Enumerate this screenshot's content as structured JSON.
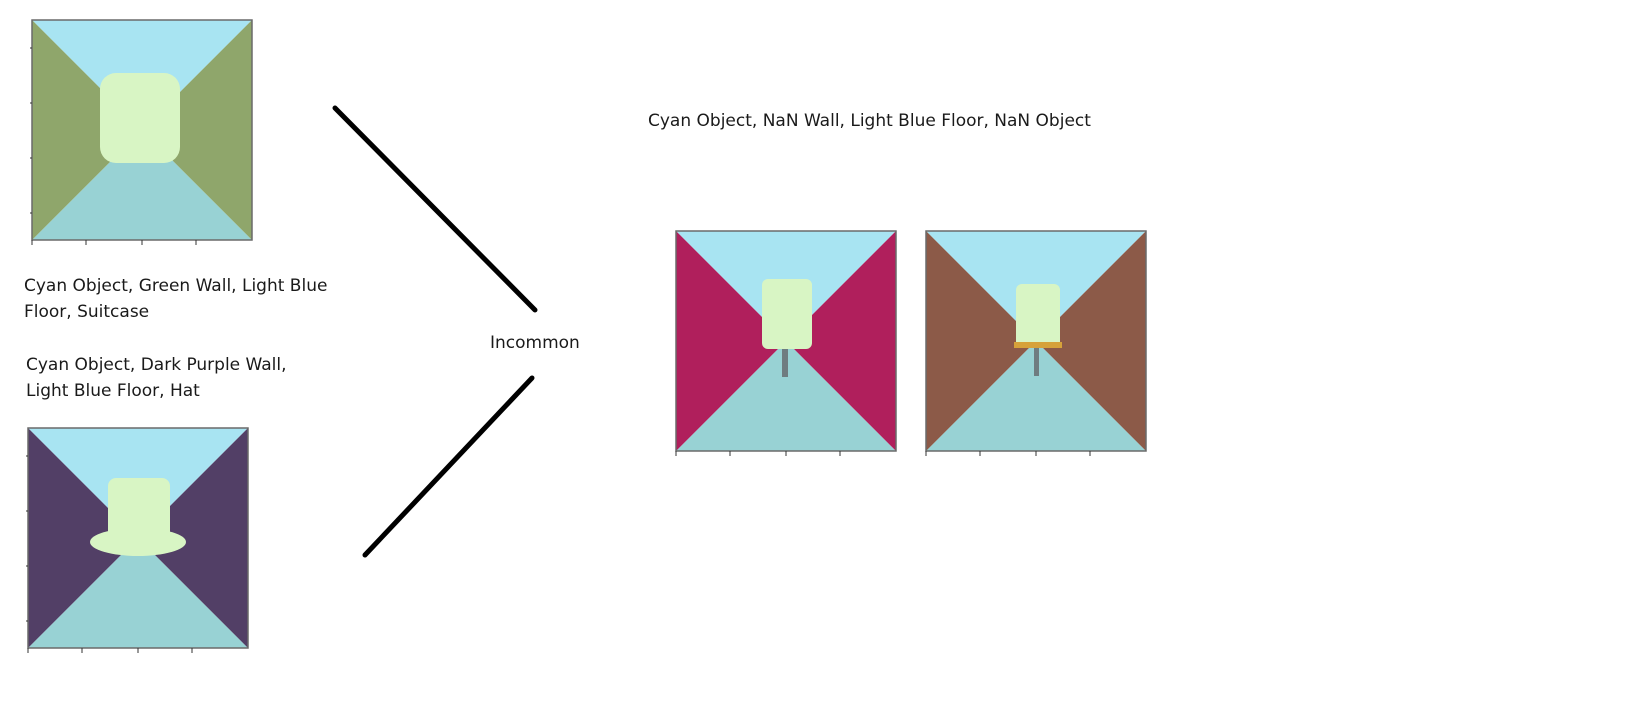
{
  "header": {
    "description": "Cyan Object, NaN Wall, Light Blue Floor, NaN Object"
  },
  "center_label": "Incommon",
  "examples": [
    {
      "caption_lines": [
        "Cyan Object, Green Wall, Light Blue",
        "Floor, Suitcase"
      ],
      "wall_color": "#8fa66b",
      "object": "suitcase"
    },
    {
      "caption_lines": [
        "Cyan Object, Dark Purple Wall,",
        "Light Blue Floor, Hat"
      ],
      "wall_color": "#523f66",
      "object": "hat"
    }
  ],
  "results": [
    {
      "wall_color": "#b01f5c",
      "object": "lamp"
    },
    {
      "wall_color": "#8c5a48",
      "object": "lamp"
    }
  ],
  "colors": {
    "ceiling": "#a8e4f2",
    "floor": "#98d2d4",
    "object": "#d8f5c4",
    "frame": "#6a6a6a"
  }
}
